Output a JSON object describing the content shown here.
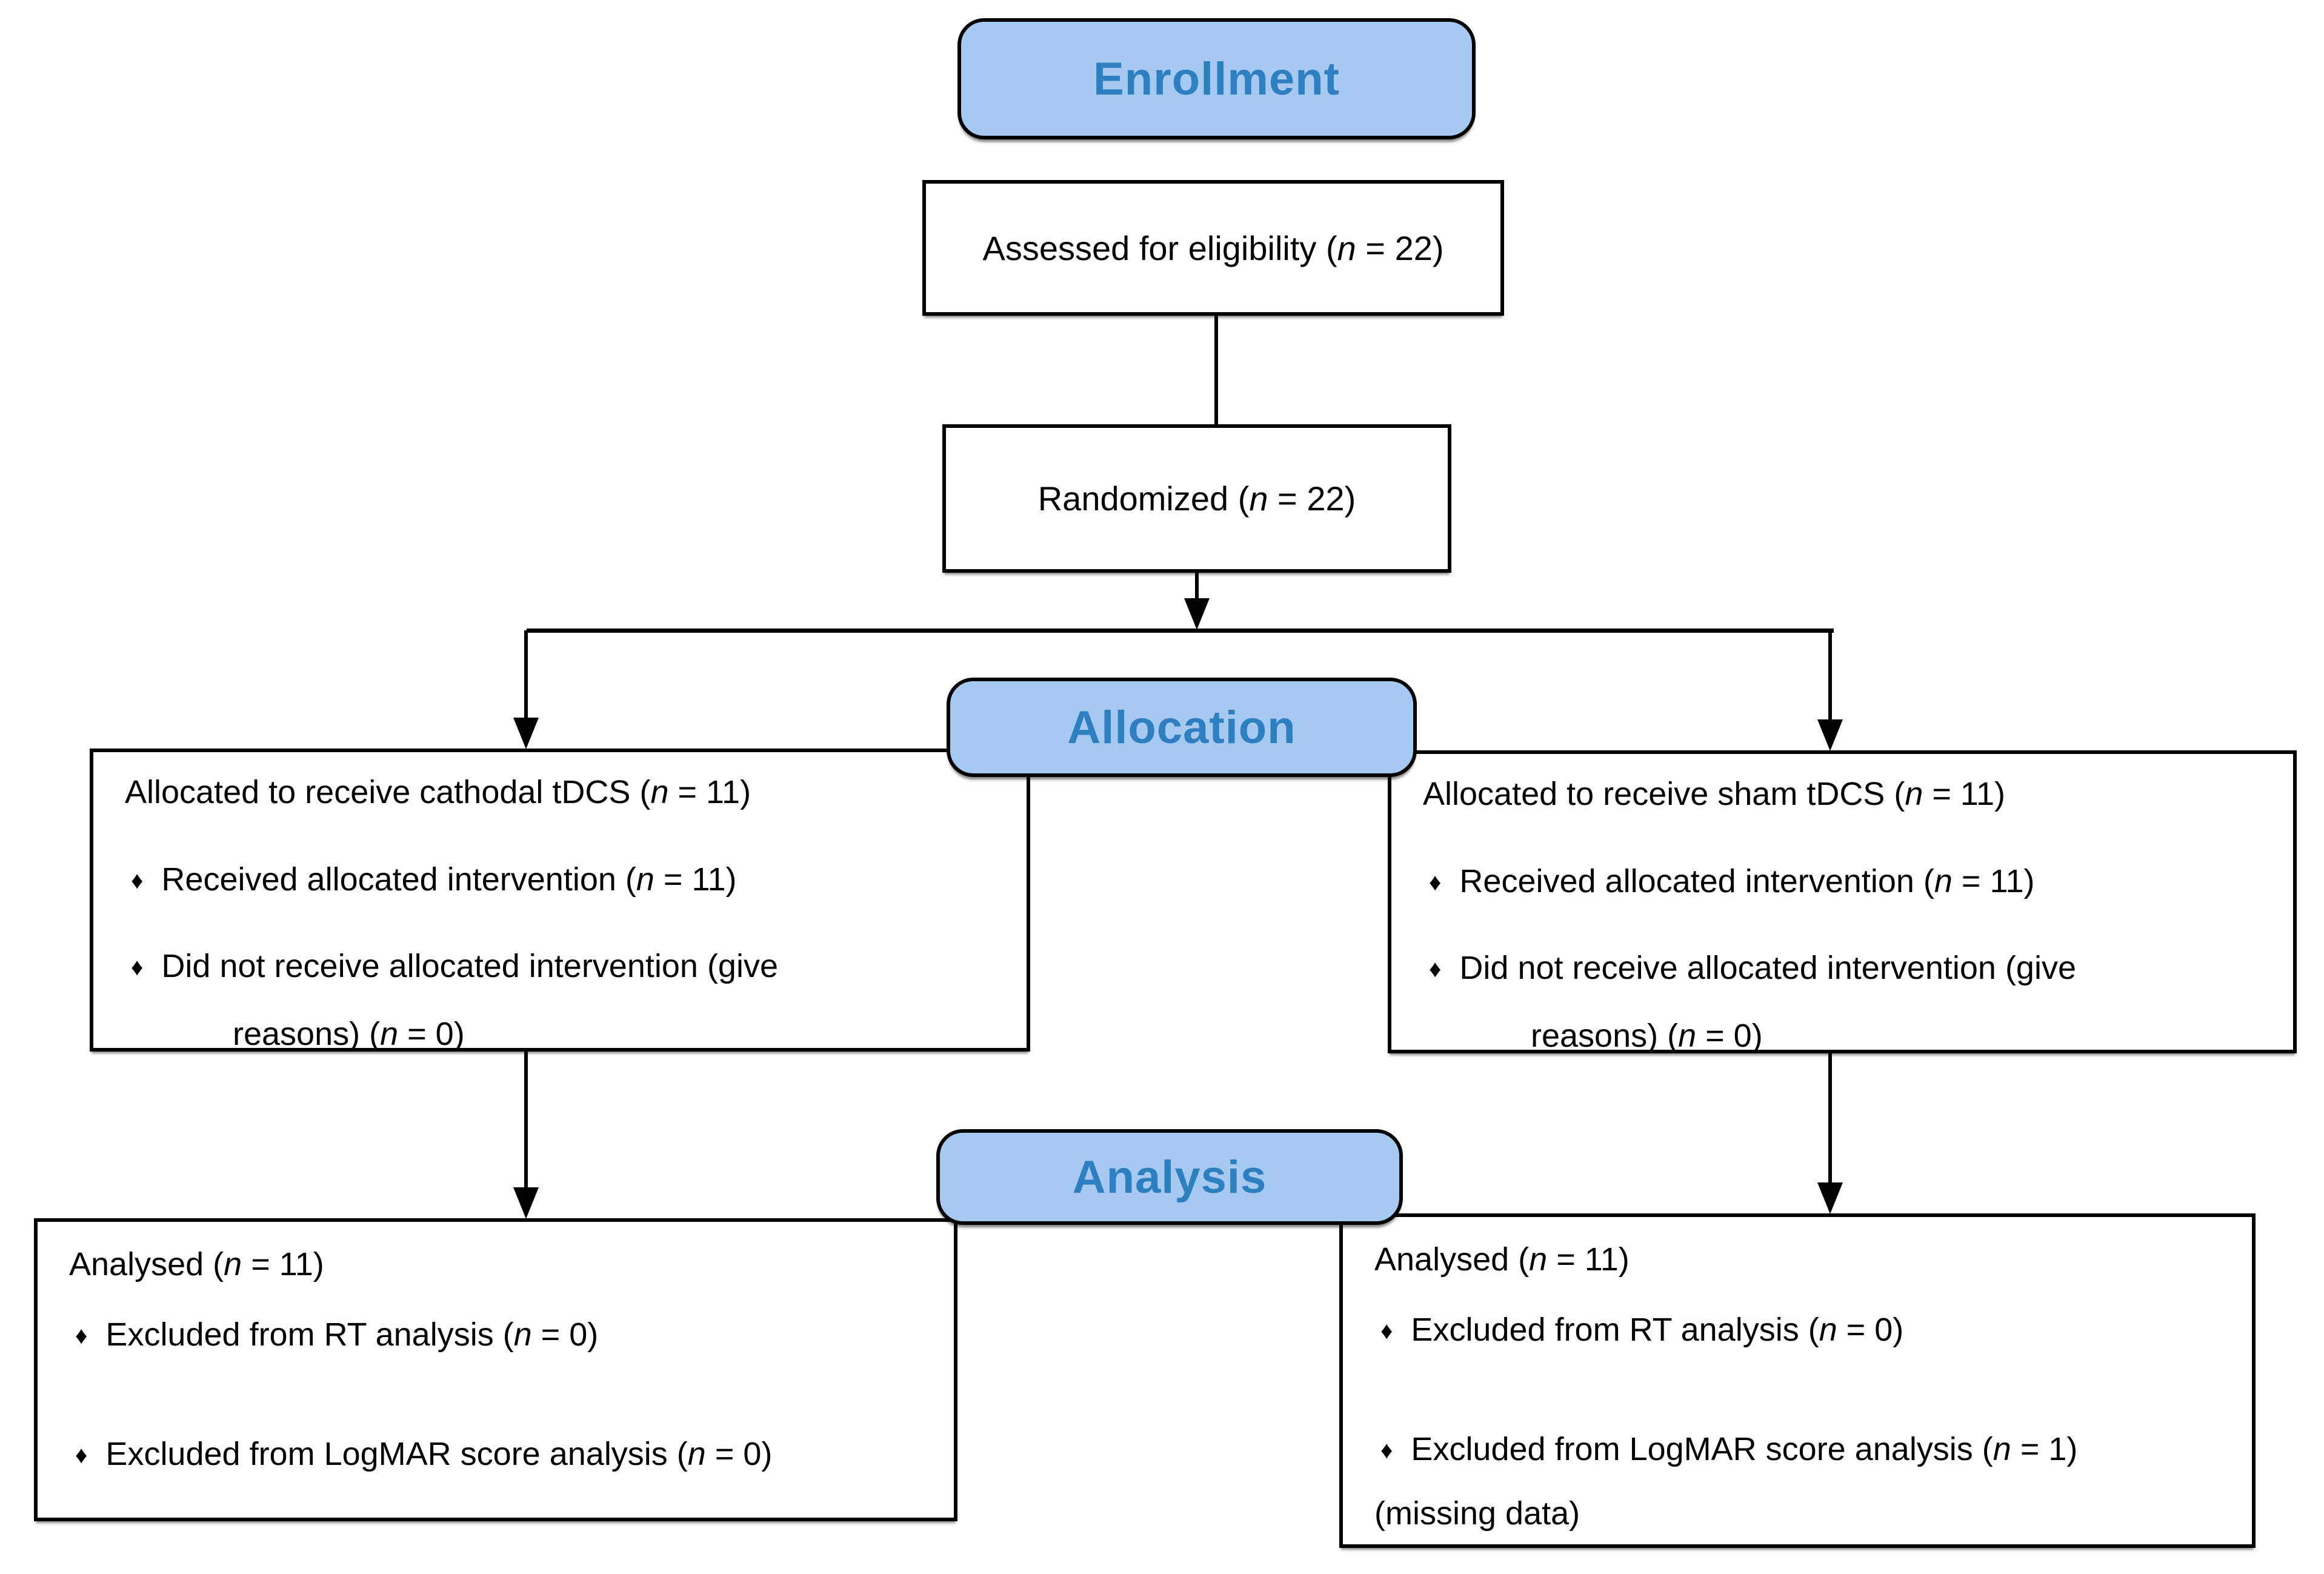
{
  "diagram": {
    "bullet_char": "♦",
    "colors": {
      "label_fill": "#A6C9F2",
      "label_text": "#2E7FC0",
      "line": "#000000"
    },
    "stage_labels": {
      "enrollment": "Enrollment",
      "allocation": "Allocation",
      "analysis": "Analysis"
    },
    "enrollment_flow": {
      "assessed": "Assessed for eligibility (n = 22)",
      "randomized": "Randomized (n = 22)"
    },
    "allocation_left": {
      "title": "Allocated to receive cathodal tDCS (n = 11)",
      "bullet1": "Received allocated intervention (n = 11)",
      "bullet2_line1": "Did not receive allocated intervention (give",
      "bullet2_line2": "reasons) (n = 0)"
    },
    "allocation_right": {
      "title": "Allocated to receive sham tDCS (n = 11)",
      "bullet1": "Received allocated intervention (n = 11)",
      "bullet2_line1": "Did not receive allocated intervention (give",
      "bullet2_line2": "reasons) (n = 0)"
    },
    "analysis_left": {
      "title": "Analysed (n = 11)",
      "bullet1": "Excluded from RT analysis (n = 0)",
      "bullet2": "Excluded from LogMAR score analysis (n = 0)"
    },
    "analysis_right": {
      "title": "Analysed (n = 11)",
      "bullet1": "Excluded from RT analysis (n = 0)",
      "bullet2": "Excluded from LogMAR score analysis (n = 1)",
      "note": "(missing data)"
    }
  }
}
